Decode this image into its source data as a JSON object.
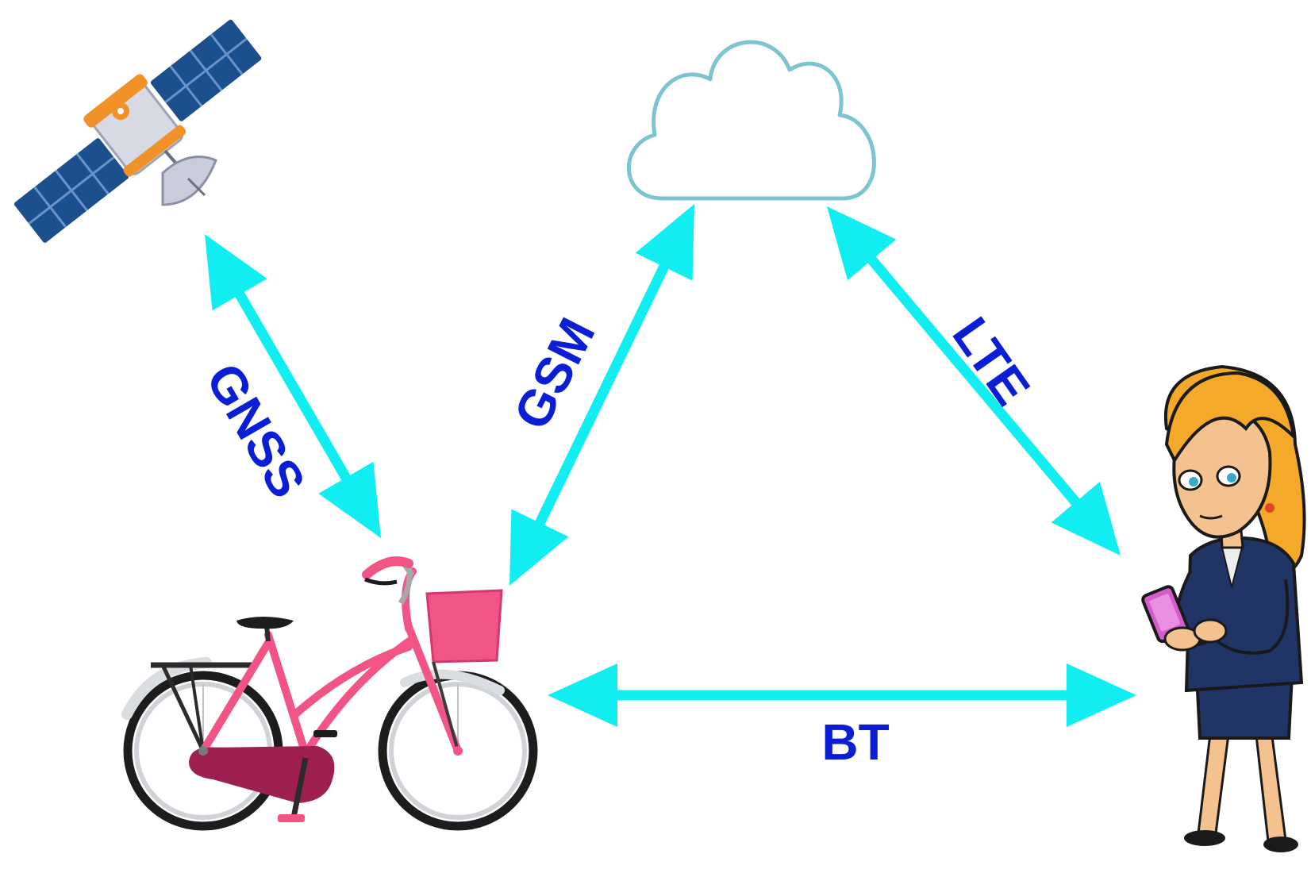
{
  "colors": {
    "link": "#11eef2",
    "label": "#0a1ed6",
    "cloud_outline": "#7cc4cf",
    "bike_frame": "#f25486",
    "bike_chain_guard": "#9e2050",
    "panel_blue": "#1c4f8e",
    "satellite_orange": "#f09227",
    "hair": "#f5a928",
    "suit": "#213466",
    "phone": "#d65ccd"
  },
  "nodes": [
    {
      "id": "satellite",
      "icon": "satellite-icon"
    },
    {
      "id": "cloud",
      "icon": "cloud-icon"
    },
    {
      "id": "bicycle",
      "icon": "bicycle-icon"
    },
    {
      "id": "user",
      "icon": "person-with-phone-icon"
    }
  ],
  "links": {
    "gnss": {
      "label": "GNSS",
      "from": "bicycle",
      "to": "satellite",
      "direction": "bidirectional"
    },
    "gsm": {
      "label": "GSM",
      "from": "bicycle",
      "to": "cloud",
      "direction": "bidirectional"
    },
    "lte": {
      "label": "LTE",
      "from": "cloud",
      "to": "user",
      "direction": "bidirectional"
    },
    "bt": {
      "label": "BT",
      "from": "bicycle",
      "to": "user",
      "direction": "bidirectional"
    }
  }
}
